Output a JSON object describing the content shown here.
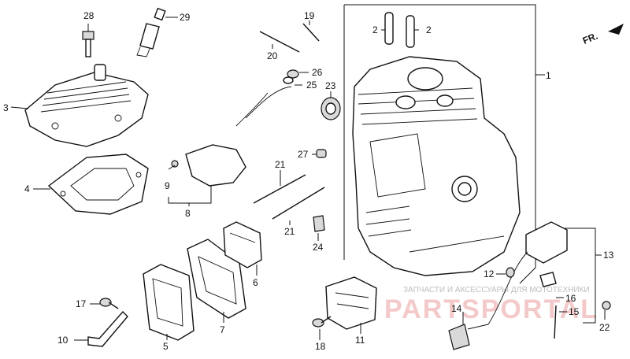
{
  "labels": {
    "p1": "1",
    "p2a": "2",
    "p2b": "2",
    "p3": "3",
    "p4": "4",
    "p5": "5",
    "p6": "6",
    "p7": "7",
    "p8": "8",
    "p9": "9",
    "p10": "10",
    "p11": "11",
    "p12": "12",
    "p13": "13",
    "p14": "14",
    "p15": "15",
    "p16": "16",
    "p17": "17",
    "p18": "18",
    "p19": "19",
    "p20": "20",
    "p21a": "21",
    "p21b": "21",
    "p22": "22",
    "p23": "23",
    "p24": "24",
    "p25": "25",
    "p26": "26",
    "p27": "27",
    "p28": "28",
    "p29": "29"
  },
  "direction": "FR.",
  "watermark": {
    "line1": "ЗАПЧАСТИ И АКСЕССУАРЫ ДЛЯ МОТОТЕХНИКИ",
    "line2": "PARTSPORTAL"
  }
}
